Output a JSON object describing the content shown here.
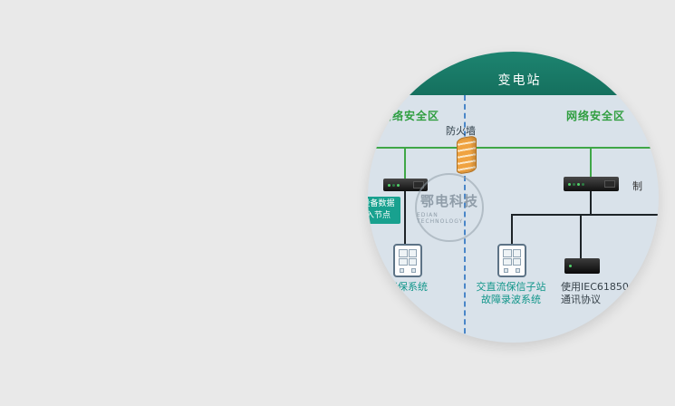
{
  "diagram": {
    "title": "变电站",
    "zone_left": "网络安全区",
    "zone_right": "网络安全区",
    "firewall_label": "防火墙",
    "node_box": {
      "line1": "主设备数据",
      "line2": "接入节点"
    },
    "switch_side_label": "制",
    "labels": {
      "left_system": "继保系统",
      "middle_line1": "交直流保信子站",
      "middle_line2": "故障录波系统",
      "right_line1": "使用IEC61850",
      "right_line2": "通讯协议"
    },
    "watermark": {
      "cn": "鄂电科技",
      "en": "EDIAN TECHNOLOGY"
    },
    "colors": {
      "page_bg": "#e9e9e9",
      "circle_bg": "#d9e2ea",
      "header_teal": "#17806a",
      "zone_green": "#2f9e3f",
      "bus_green": "#3fa747",
      "divider_blue": "#4a86c8",
      "node_teal": "#18a18f",
      "label_teal": "#12968a",
      "firewall_orange": "#f0a341"
    }
  }
}
